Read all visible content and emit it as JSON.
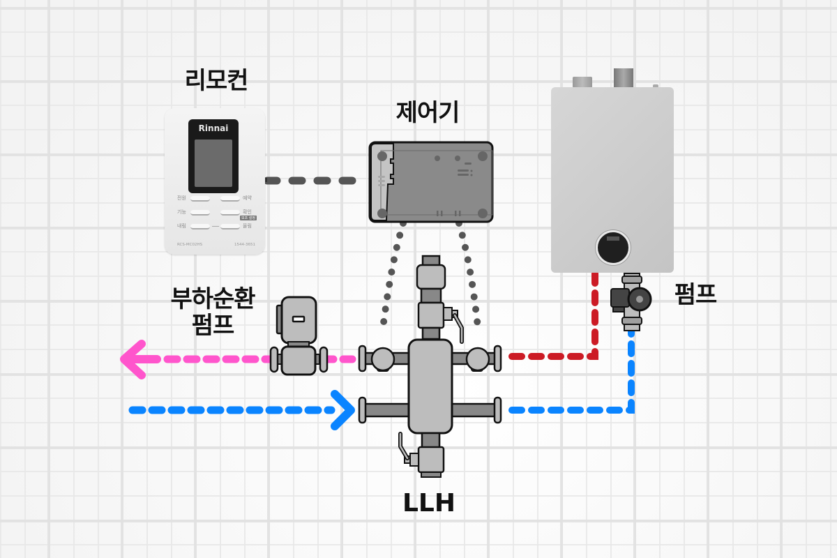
{
  "labels": {
    "remote": "리모컨",
    "controller": "제어기",
    "boiler_pump": "펌프",
    "load_pump_line1": "부하순환",
    "load_pump_line2": "펌프",
    "llh": "LLH"
  },
  "remote": {
    "brand": "Rinnai",
    "buttons_left": [
      "전원",
      "기능",
      "내림"
    ],
    "buttons_right": [
      "예약",
      "확인",
      "올림"
    ],
    "confirm_badge": "보조 설정",
    "model": "RCS-MC02HS",
    "phone": "1544-3651"
  },
  "lines": {
    "remote_to_controller": {
      "color": "#555555",
      "style": "dashed"
    },
    "controller_to_llh": {
      "color": "#555555",
      "style": "dotted"
    },
    "supply_hot": {
      "color": "#cc1b25",
      "style": "dashed"
    },
    "return_cold": {
      "color": "#0a84ff",
      "style": "dashed"
    },
    "load_out": {
      "color": "#ff55cc",
      "style": "dashed",
      "direction": "left"
    },
    "load_in": {
      "color": "#0a84ff",
      "style": "dashed",
      "direction": "right"
    }
  }
}
